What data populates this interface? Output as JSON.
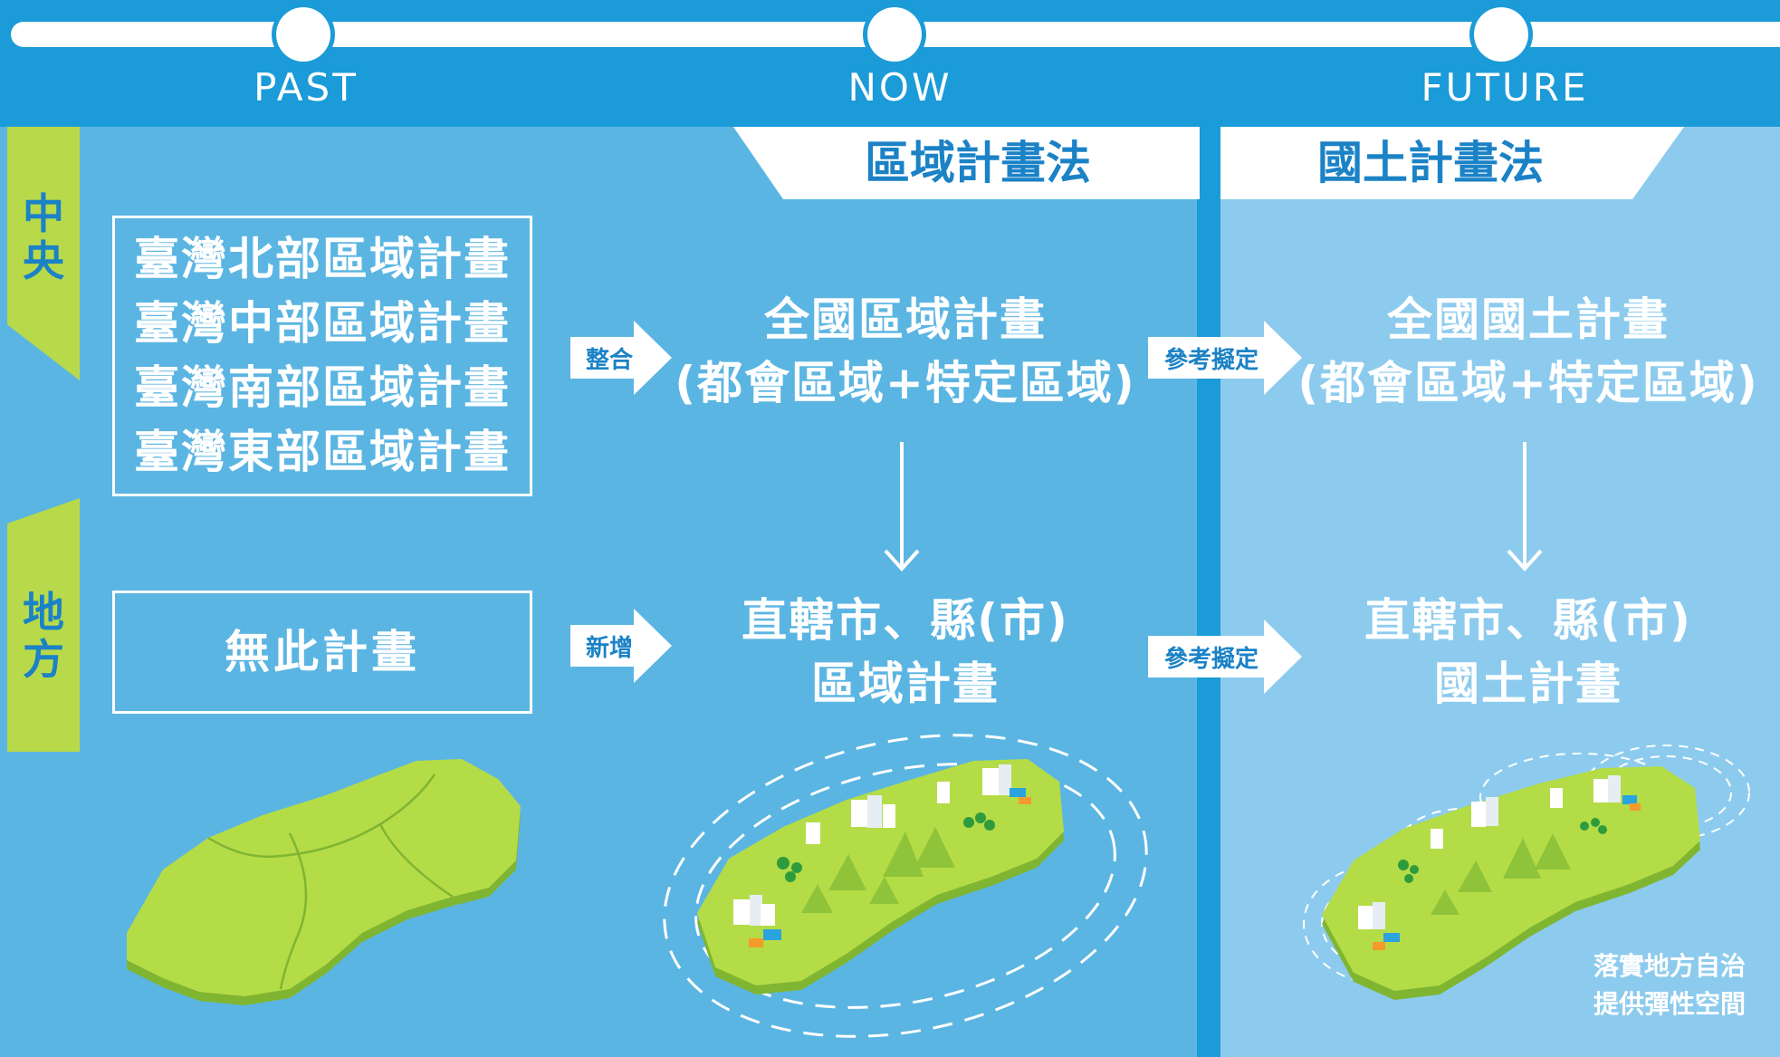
{
  "timeline": {
    "past": "PAST",
    "now": "NOW",
    "future": "FUTURE"
  },
  "laws": {
    "regional_act": "區域計畫法",
    "spatial_act": "國土計畫法"
  },
  "tiers": {
    "central": "中央",
    "local": "地方"
  },
  "past": {
    "regional_plans": [
      "臺灣北部區域計畫",
      "臺灣中部區域計畫",
      "臺灣南部區域計畫",
      "臺灣東部區域計畫"
    ],
    "local_plan": "無此計畫"
  },
  "arrows": {
    "integrate": "整合",
    "add": "新增",
    "reference_top": "參考擬定",
    "reference_bottom": "參考擬定"
  },
  "now": {
    "national_line1": "全國區域計畫",
    "national_line2": "(都會區域+特定區域)",
    "local_line1": "直轄市、縣(市)",
    "local_line2": "區域計畫"
  },
  "future": {
    "national_line1": "全國國土計畫",
    "national_line2": "(都會區域+特定區域)",
    "local_line1": "直轄市、縣(市)",
    "local_line2": "國土計畫",
    "note_line1": "落實地方自治",
    "note_line2": "提供彈性空間"
  },
  "colors": {
    "header_blue": "#1b9bd7",
    "panel_blue": "#5bb5e2",
    "future_blue": "#8dcbee",
    "tab_green": "#b8d94a",
    "map_green": "#b4dc47",
    "map_side": "#7fb531"
  }
}
